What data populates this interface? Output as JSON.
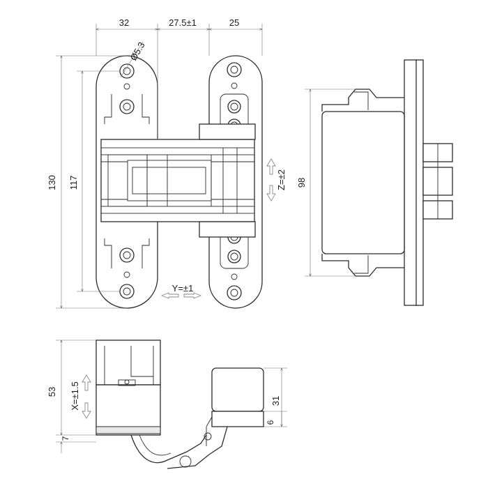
{
  "dimensions": {
    "w_32": "32",
    "w_27_5": "27.5±1",
    "w_25": "25",
    "hole_dia": "Ø5.3",
    "h_130": "130",
    "h_117": "117",
    "h_98": "98",
    "z_adj": "Z=±2",
    "y_adj": "Y=±1",
    "x_adj": "X=±1.5",
    "h_53": "53",
    "h_7": "7",
    "h_31": "31",
    "h_6": "6"
  },
  "colors": {
    "line": "#2b2b2b",
    "arrow": "#8a8a8a"
  }
}
